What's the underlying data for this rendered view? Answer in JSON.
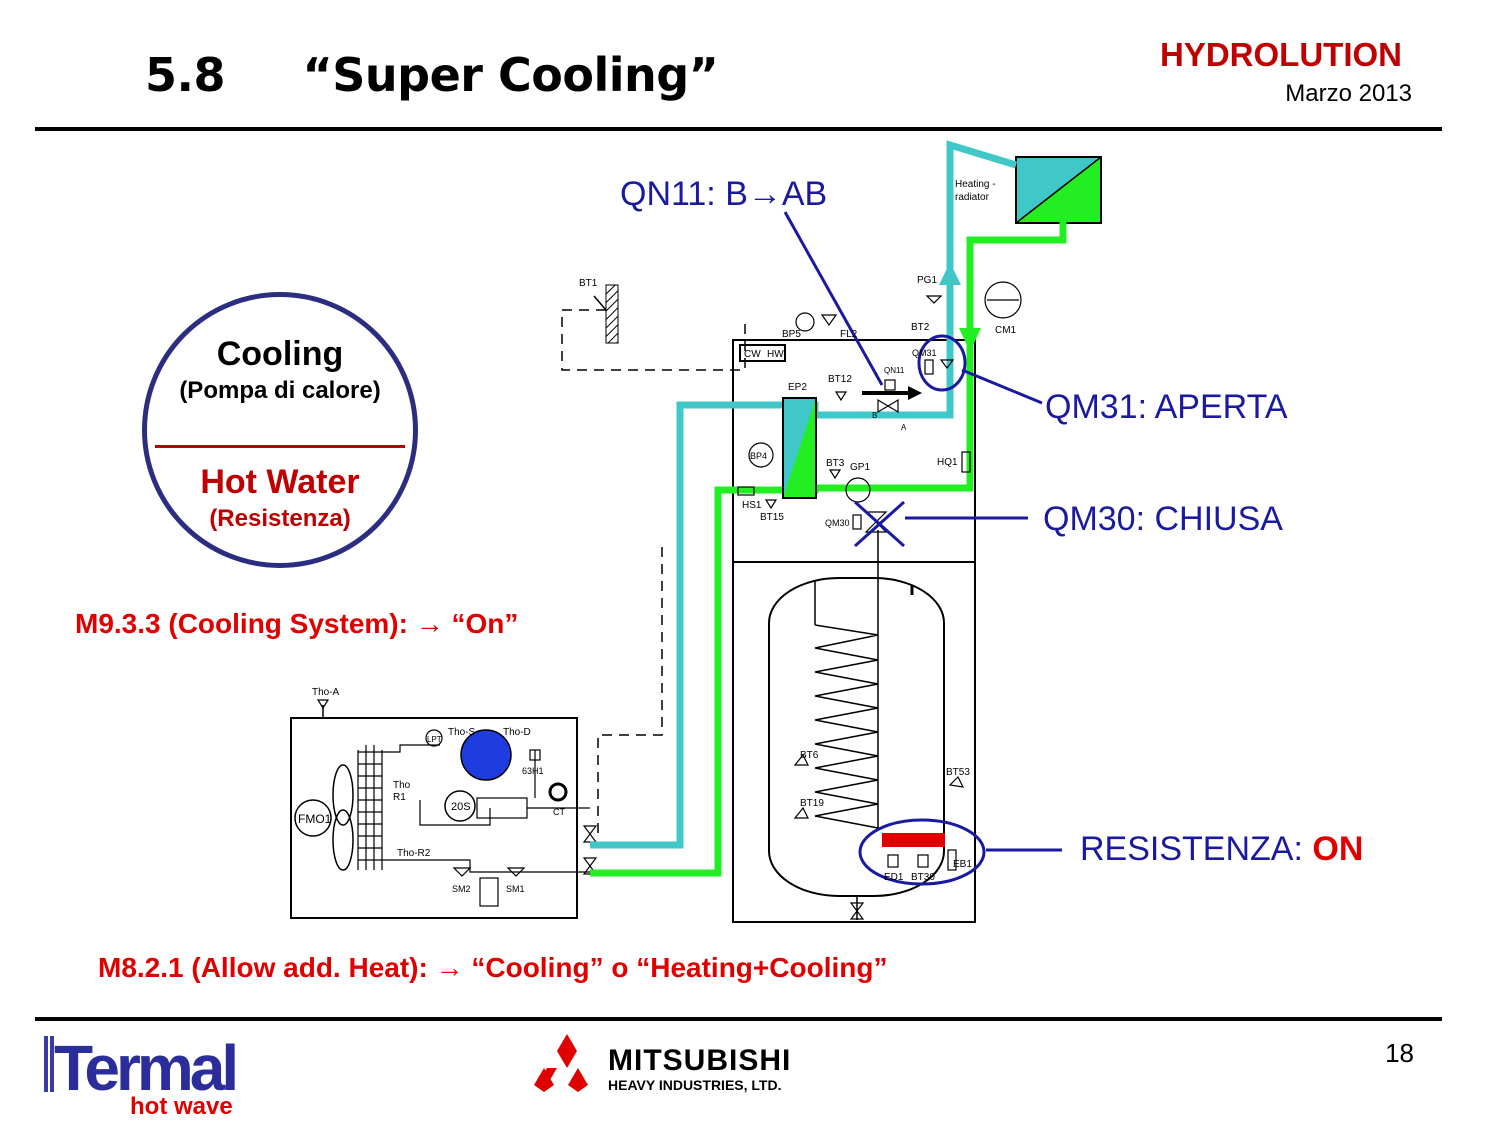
{
  "header": {
    "title": "5.8     “Super Cooling”",
    "brand": "HYDROLUTION",
    "date": "Marzo 2013"
  },
  "badge": {
    "top_label": "Cooling",
    "top_sub": "(Pompa di calore)",
    "bottom_label": "Hot Water",
    "bottom_sub": "(Resistenza)"
  },
  "notes": {
    "cooling_system": "M9.3.3 (Cooling System): → “On”",
    "allow_heat": "M8.2.1 (Allow add. Heat): → “Cooling” o “Heating+Cooling”"
  },
  "callouts": {
    "qn11": "QN11: B→AB",
    "qm31": "QM31: APERTA",
    "qm30": "QM30: CHIUSA",
    "resistenza_label": "RESISTENZA: ",
    "resistenza_state": "ON"
  },
  "diagram_labels": {
    "heating_radiator_1": "Heating -",
    "heating_radiator_2": "radiator",
    "bt1": "BT1",
    "pg1": "PG1",
    "cm1": "CM1",
    "bt2": "BT2",
    "bp5": "BP5",
    "fl2": "FL2",
    "cw": "CW",
    "hw": "HW",
    "ep2": "EP2",
    "bt12": "BT12",
    "qn11": "QN11",
    "qm31": "QM31",
    "bp4": "BP4",
    "bt3": "BT3",
    "gp1": "GP1",
    "hq1": "HQ1",
    "hs1": "HS1",
    "bt15": "BT15",
    "qm30": "QM30",
    "port_a": "A",
    "port_b": "B",
    "tho_a": "Tho-A",
    "tho_s": "Tho-S",
    "tho_d": "Tho-D",
    "lpt": "LPT",
    "63h1": "63H1",
    "tho_r1_a": "Tho",
    "tho_r1_b": "R1",
    "fmo1": "FMO1",
    "20s": "20S",
    "ct": "CT",
    "tho_r2": "Tho-R2",
    "sm2": "SM2",
    "sm1": "SM1",
    "bt6": "BT6",
    "bt19": "BT19",
    "bt53": "BT53",
    "eb1": "EB1",
    "ed1": "ED1",
    "bt30": "BT30"
  },
  "footer": {
    "page_number": "18",
    "termal_word": "Termal",
    "termal_sub": "hot wave",
    "mitsubishi_word": "MITSUBISHI",
    "mitsubishi_sub": "HEAVY INDUSTRIES, LTD."
  },
  "colors": {
    "title_red": "#c00000",
    "callout_blue": "#1a1aa0",
    "flow_cyan": "#40c8c8",
    "flow_green": "#22ee22",
    "badge_border": "#2b2e80",
    "note_red": "#e00000"
  }
}
